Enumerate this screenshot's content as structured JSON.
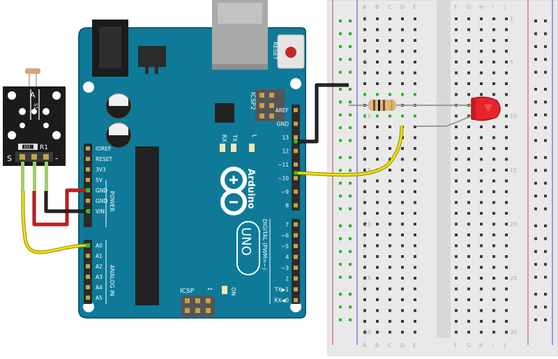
{
  "arduino": {
    "brand": "Arduino",
    "model": "UNO",
    "reset_label": "RESET",
    "icsp2_label": "ICSP2",
    "icsp_label": "ICSP",
    "icsp_pin1": "1",
    "tx_label": "TX",
    "rx_label": "RX",
    "l_label": "L",
    "on_label": "ON",
    "power_section": "POWER",
    "analog_section": "ANALOG IN",
    "digital_section": "DIGITAL (PWM=~)",
    "power_pins": [
      "IOREF",
      "RESET",
      "3V3",
      "5V",
      "GND",
      "GND",
      "VIN"
    ],
    "analog_pins": [
      "A0",
      "A1",
      "A2",
      "A3",
      "A4",
      "A5"
    ],
    "digital_top": [
      "AREF",
      "GND",
      "13",
      "12",
      "~11",
      "~10",
      "~9",
      "8"
    ],
    "digital_bottom": [
      "7",
      "~6",
      "~5",
      "4",
      "~3",
      "2",
      "TX▶1",
      "RX◀0"
    ]
  },
  "sensor": {
    "name": "photoresistor-module",
    "pin_s": "S",
    "pin_minus": "-",
    "resistor_label": "R1",
    "smd_code": "103",
    "top_mark": "A",
    "part_mark": "S1"
  },
  "breadboard": {
    "columns_left": [
      "A",
      "B",
      "C",
      "D",
      "E"
    ],
    "columns_right": [
      "F",
      "G",
      "H",
      "I",
      "J"
    ],
    "row_numbers": [
      "1",
      "5",
      "10",
      "15",
      "20",
      "25",
      "30"
    ]
  },
  "colors": {
    "board": "#0e7a98",
    "wire_red": "#cc1f1f",
    "wire_black": "#1a1a1a",
    "wire_yellow": "#f2e200",
    "led": "#e8232b",
    "breadboard": "#e9e9e9"
  }
}
